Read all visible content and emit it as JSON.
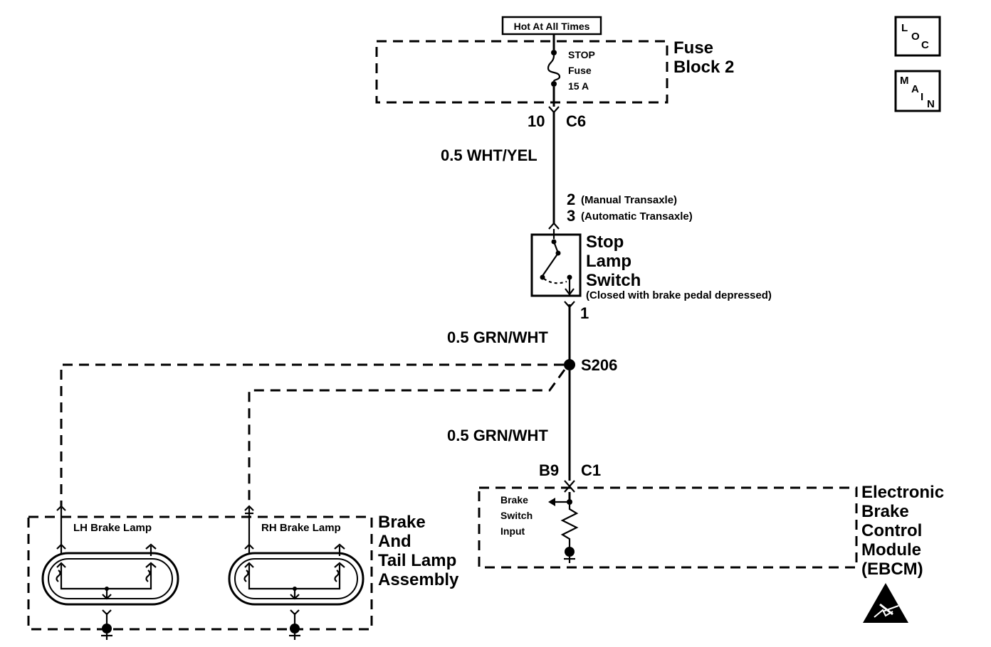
{
  "power": {
    "hot_label": "Hot At All Times"
  },
  "fuse_block": {
    "fuse_name": "STOP",
    "fuse_word": "Fuse",
    "fuse_rating": "15 A",
    "name_line1": "Fuse",
    "name_line2": "Block 2",
    "pin": "10",
    "connector": "C6"
  },
  "wires": {
    "w1": "0.5 WHT/YEL",
    "w2": "0.5 GRN/WHT",
    "w3": "0.5 GRN/WHT"
  },
  "stop_switch": {
    "pin_manual_num": "2",
    "pin_manual_text": "(Manual Transaxle)",
    "pin_auto_num": "3",
    "pin_auto_text": "(Automatic Transaxle)",
    "name_line1": "Stop",
    "name_line2": "Lamp",
    "name_line3": "Switch",
    "note": "(Closed with brake pedal depressed)",
    "out_pin": "1"
  },
  "splice": {
    "label": "S206"
  },
  "ebcm": {
    "pin": "B9",
    "connector": "C1",
    "input_line1": "Brake",
    "input_line2": "Switch",
    "input_line3": "Input",
    "name_line1": "Electronic",
    "name_line2": "Brake",
    "name_line3": "Control",
    "name_line4": "Module",
    "name_line5": "(EBCM)"
  },
  "lamps": {
    "lh": "LH Brake Lamp",
    "rh": "RH Brake Lamp",
    "assembly_line1": "Brake",
    "assembly_line2": "And",
    "assembly_line3": "Tail Lamp",
    "assembly_line4": "Assembly"
  },
  "icons": {
    "loc_l": "L",
    "loc_o": "O",
    "loc_c": "C",
    "main_m": "M",
    "main_a": "A",
    "main_i": "I",
    "main_n": "N"
  }
}
